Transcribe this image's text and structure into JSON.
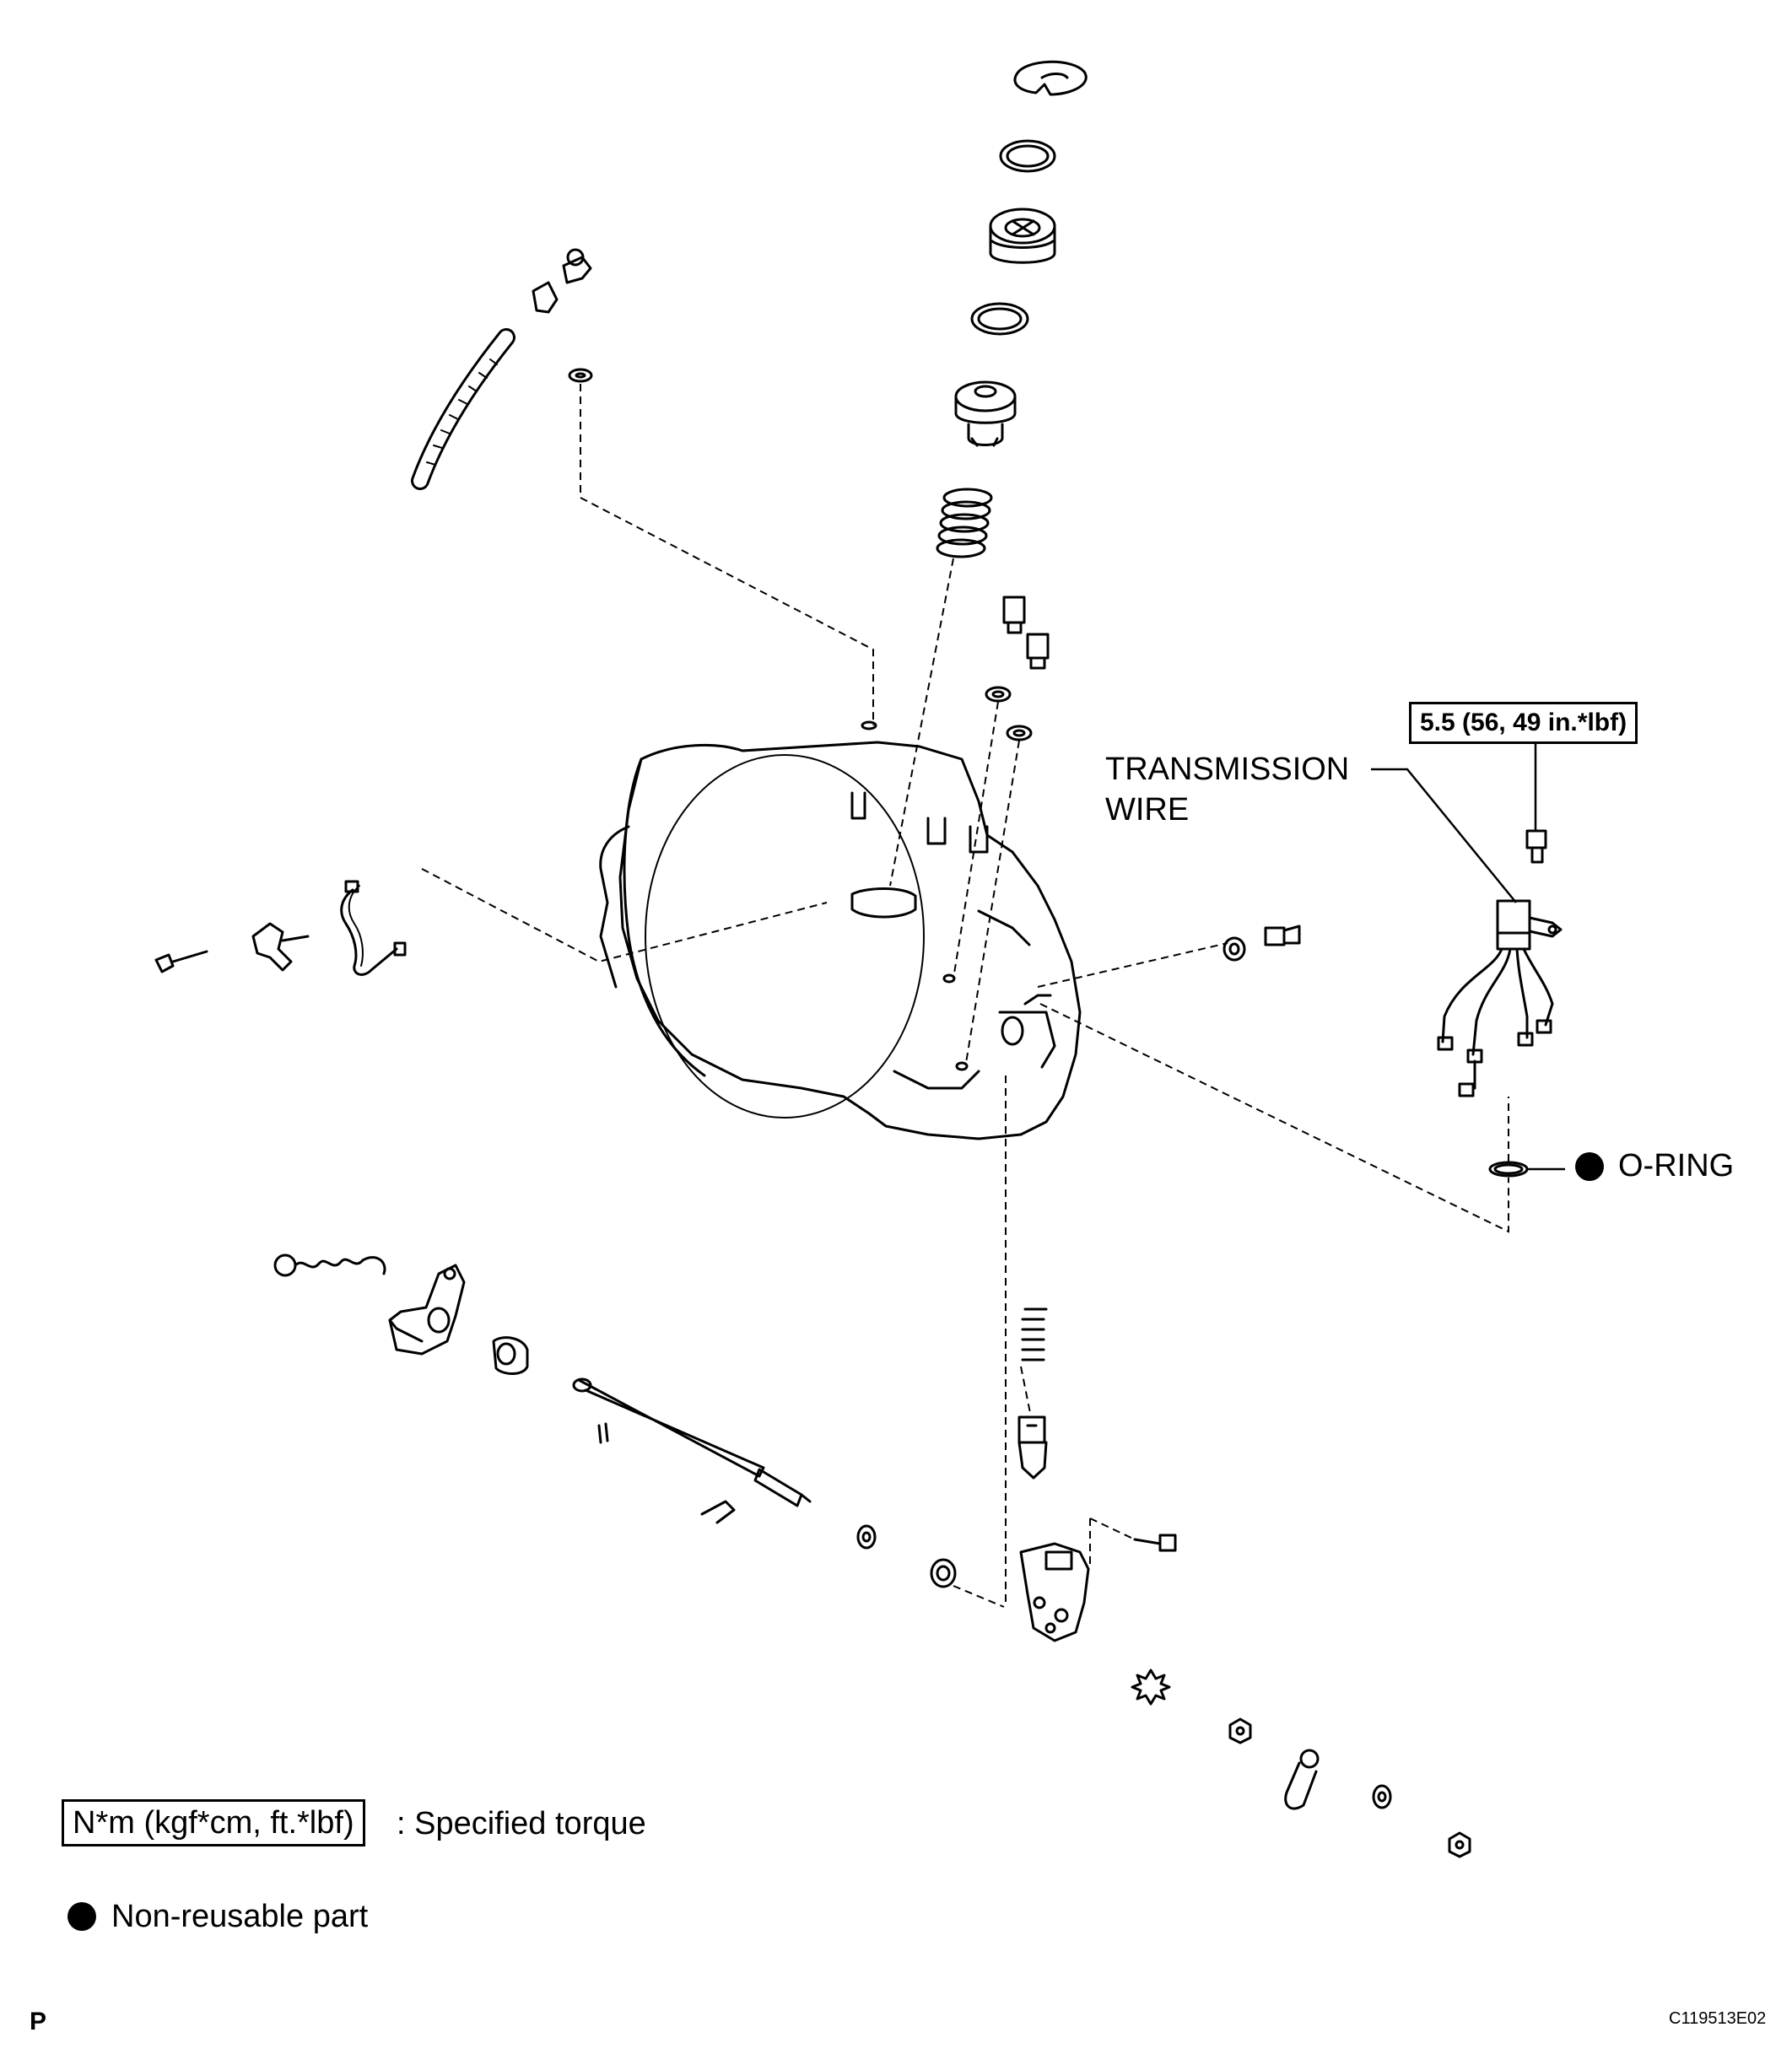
{
  "labels": {
    "transmission_wire_line1": "TRANSMISSION",
    "transmission_wire_line2": "WIRE",
    "o_ring": "O-RING",
    "torque_value": "5.5 (56, 49 in.*lbf)"
  },
  "legend": {
    "torque_unit": "N*m (kgf*cm, ft.*lbf)",
    "torque_desc": ": Specified torque",
    "non_reusable": "Non-reusable part"
  },
  "footer": {
    "corner_letter": "P",
    "figure_code": "C119513E02"
  }
}
